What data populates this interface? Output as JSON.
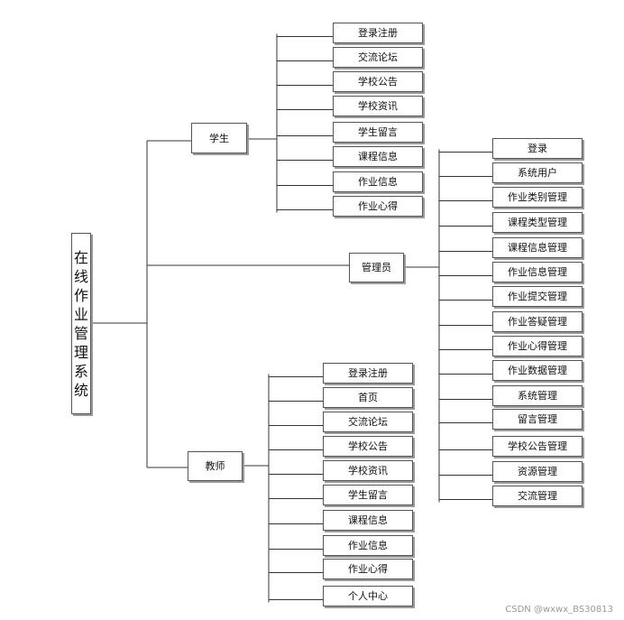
{
  "root": {
    "label": "在线作业管理系统"
  },
  "roles": {
    "student": {
      "label": "学生",
      "items": [
        "登录注册",
        "交流论坛",
        "学校公告",
        "学校资讯",
        "学生留言",
        "课程信息",
        "作业信息",
        "作业心得"
      ]
    },
    "admin": {
      "label": "管理员",
      "items": [
        "登录",
        "系统用户",
        "作业类别管理",
        "课程类型管理",
        "课程信息管理",
        "作业信息管理",
        "作业提交管理",
        "作业答疑管理",
        "作业心得管理",
        "作业数据管理",
        "系统管理",
        "留言管理",
        "学校公告管理",
        "资源管理",
        "交流管理"
      ]
    },
    "teacher": {
      "label": "教师",
      "items": [
        "登录注册",
        "首页",
        "交流论坛",
        "学校公告",
        "学校资讯",
        "学生留言",
        "课程信息",
        "作业信息",
        "作业心得",
        "个人中心"
      ]
    }
  },
  "watermark": "CSDN @wxwx_BS30813"
}
